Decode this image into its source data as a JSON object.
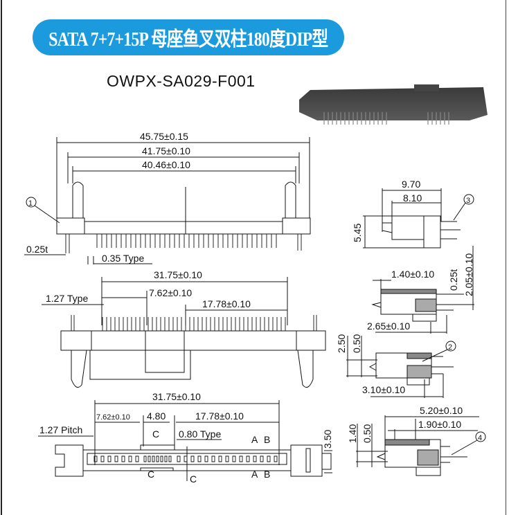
{
  "title": "SATA 7+7+15P 母座鱼叉双柱180度DIP型",
  "part_number": "OWPX-SA029-F001",
  "colors": {
    "title_bg": "#1b9ade",
    "title_text": "#ffffff",
    "line": "#111111"
  },
  "front_view": {
    "dim_overall": "45.75±0.15",
    "dim_mid": "41.75±0.10",
    "dim_inner": "40.46±0.10",
    "thickness": "0.25t",
    "pin_width": "0.35 Type",
    "callout": "1"
  },
  "side_view": {
    "dim_total": "31.75±0.10",
    "dim_left": "7.62±0.10",
    "dim_right": "17.78±0.10",
    "pitch": "1.27 Type"
  },
  "bottom_view": {
    "dim_total": "31.75±0.10",
    "dim_left": "7.62±0.10",
    "dim_center": "4.80",
    "dim_right": "17.78±0.10",
    "pitch": "1.27 Pitch",
    "pin_width": "0.80 Type",
    "height": "3.50",
    "section_a": "A",
    "section_b": "B",
    "section_c": "C"
  },
  "section_views": {
    "end_width": "9.70",
    "end_inner": "8.10",
    "end_height": "5.45",
    "callout_3": "3",
    "a_dim_1": "1.40±0.10",
    "a_thickness": "0.25t",
    "a_height": "2.05±0.10",
    "a_depth": "2.65±0.10",
    "b_height": "2.50",
    "b_offset": "0.50",
    "b_depth": "3.10±0.10",
    "callout_2": "2",
    "c_width": "5.20±0.10",
    "c_inner": "1.90±0.10",
    "c_height": "1.40",
    "c_offset": "0.50",
    "callout_4": "4"
  }
}
